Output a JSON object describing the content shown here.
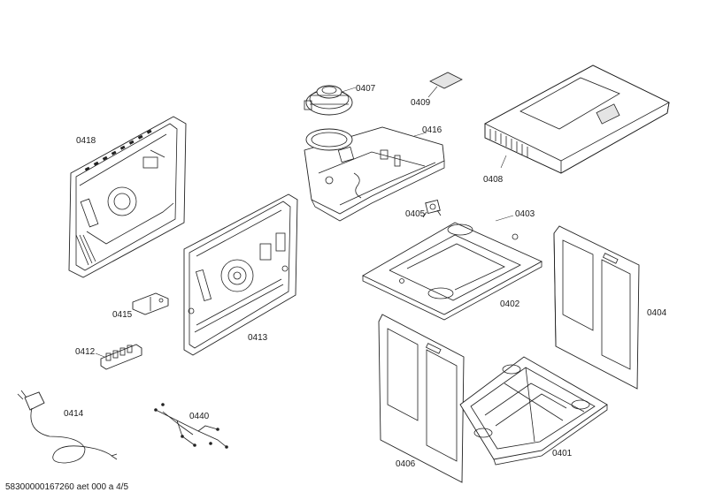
{
  "diagram": {
    "parts": [
      {
        "id": "p0418",
        "label": "0418"
      },
      {
        "id": "p0407",
        "label": "0407"
      },
      {
        "id": "p0409",
        "label": "0409"
      },
      {
        "id": "p0416",
        "label": "0416"
      },
      {
        "id": "p0408",
        "label": "0408"
      },
      {
        "id": "p0405",
        "label": "0405"
      },
      {
        "id": "p0403",
        "label": "0403"
      },
      {
        "id": "p0415",
        "label": "0415"
      },
      {
        "id": "p0413",
        "label": "0413"
      },
      {
        "id": "p0402",
        "label": "0402"
      },
      {
        "id": "p0404",
        "label": "0404"
      },
      {
        "id": "p0412",
        "label": "0412"
      },
      {
        "id": "p0414",
        "label": "0414"
      },
      {
        "id": "p0440",
        "label": "0440"
      },
      {
        "id": "p0406",
        "label": "0406"
      },
      {
        "id": "p0401",
        "label": "0401"
      }
    ],
    "footer": "58300000167260 aet 000 a 4/5"
  }
}
